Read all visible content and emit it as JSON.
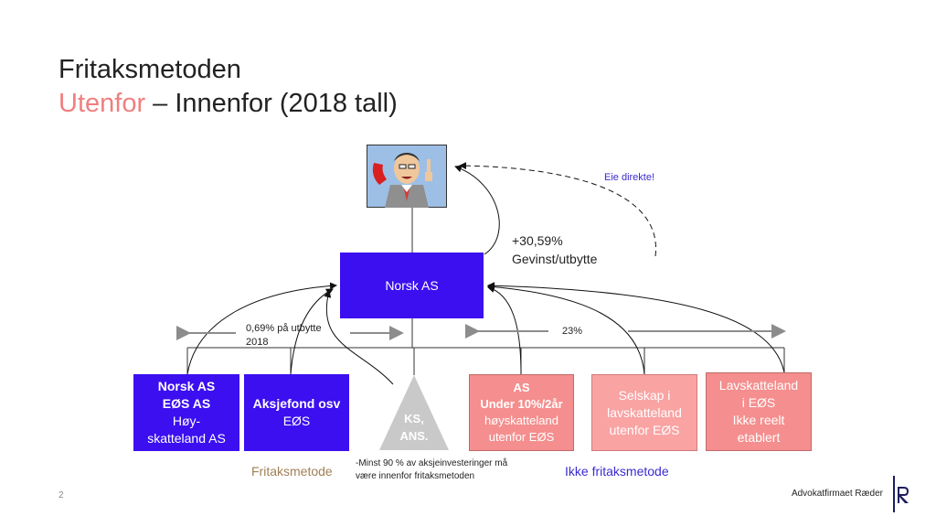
{
  "title": {
    "line1": "Fritaksmetoden",
    "accent": "Utenfor",
    "rest": " – Innenfor (2018 tall)"
  },
  "labels": {
    "eie_direkte": "Eie direkte!",
    "gain_pct": "+30,59%",
    "gain_text": "Gevinst/utbytte",
    "pct_utbytte_line1": "0,69% på utbytte",
    "pct_utbytte_line2": "2018",
    "pct_23": "23%",
    "fritaksmetode": "Fritaksmetode",
    "ikke_fritaksmetode": "Ikke fritaksmetode",
    "note_line1": "-Minst 90 % av aksjeinvesteringer må",
    "note_line2": "være innenfor fritaksmetoden"
  },
  "norsk_as": "Norsk AS",
  "boxes": {
    "norsk_eos": {
      "l1": "Norsk AS",
      "l2": "EØS AS",
      "l3": "Høy-",
      "l4": "skatteland AS"
    },
    "aksjefond": {
      "l1": "Aksjefond osv",
      "l2": "EØS"
    },
    "ks": {
      "l1": "KS,",
      "l2": "ANS."
    },
    "as_under": {
      "l1": "AS",
      "l2": "Under 10%/2år",
      "l3": "høyskatteland",
      "l4": "utenfor EØS"
    },
    "selskap": {
      "l1": "Selskap i",
      "l2": "lavskatteland",
      "l3": "utenfor EØS"
    },
    "lavskatt": {
      "l1": "Lavskatteland",
      "l2": "i EØS",
      "l3": "Ikke reelt",
      "l4": "etablert"
    }
  },
  "colors": {
    "blue_box": "#3b0ff0",
    "pink_box": "#f58e8e",
    "accent_title": "#f07f7f",
    "gray_triangle": "#c9c9c9",
    "arrow_gray": "#8c8c8c"
  },
  "icons": {
    "person": "businessman-on-phone-icon",
    "logo": "raeder-logo-icon"
  },
  "footer": {
    "page": "2",
    "company": "Advokatfirmaet Ræder"
  }
}
